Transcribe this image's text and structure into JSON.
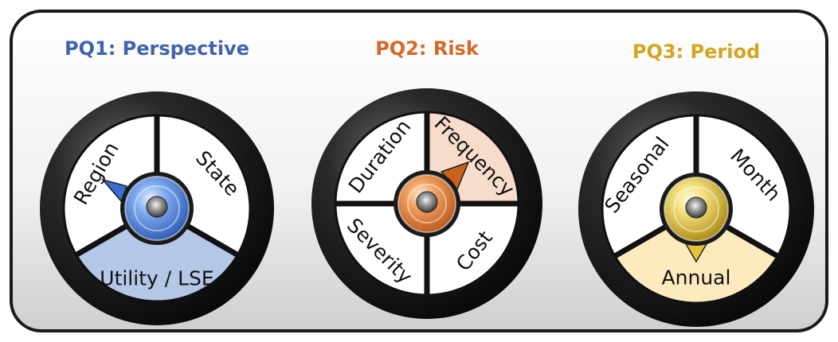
{
  "dials": [
    {
      "title": "PQ1: Perspective",
      "title_color": "#3F64AC",
      "selected_color": "#B4C7E7",
      "knob": "blue",
      "segments": [
        "Region",
        "State",
        "Utility / LSE"
      ],
      "selected": "Region"
    },
    {
      "title": "PQ2: Risk",
      "title_color": "#D26A28",
      "selected_color": "#F8DCCB",
      "knob": "orange",
      "segments": [
        "Duration",
        "Frequency",
        "Severity",
        "Cost"
      ],
      "selected": "Frequency"
    },
    {
      "title": "PQ3: Period",
      "title_color": "#D6A520",
      "selected_color": "#FDEBBE",
      "knob": "gold",
      "segments": [
        "Seasonal",
        "Month",
        "Annual"
      ],
      "selected": "Annual"
    }
  ]
}
